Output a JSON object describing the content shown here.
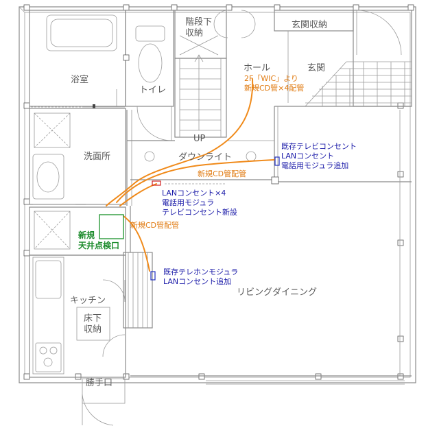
{
  "rooms": {
    "bathroom": "浴室",
    "toilet": "トイレ",
    "under_stairs_storage": [
      "階段下",
      "収納"
    ],
    "entrance_storage": "玄関収納",
    "hall": "ホール",
    "entrance": "玄関",
    "washroom": "洗面所",
    "up": "UP",
    "downlight": "ダウンライト",
    "kitchen": "キッチン",
    "underfloor_storage": [
      "床下",
      "収納"
    ],
    "living_dining": "リビングダイニング",
    "back_door": "勝手口"
  },
  "notes": {
    "wic_note": [
      "2F「WIC」より",
      "新規CD管×4配管"
    ],
    "existing_tv_outlet": [
      "既存テレビコンセント",
      "LANコンセント",
      "電話用モジュラ追加"
    ],
    "new_cd_pipe_1": "新規CD管配管",
    "lan_outlet_new": [
      "LANコンセント×4",
      "電話用モジュラ",
      "テレビコンセント新設"
    ],
    "new_cd_pipe_2": "新規CD管配管",
    "ceiling_hatch": [
      "新規",
      "天井点検口"
    ],
    "existing_phone_modular": [
      "既存テレホンモジュラ",
      "LANコンセント追加"
    ]
  },
  "colors": {
    "conduit": "#f08a1a",
    "note_blue": "#1a1aa8",
    "note_green": "#1a8a2a",
    "hatch": "#2a9a3a",
    "outlet_red": "#d02020",
    "outlet_blue": "#2030c0"
  }
}
